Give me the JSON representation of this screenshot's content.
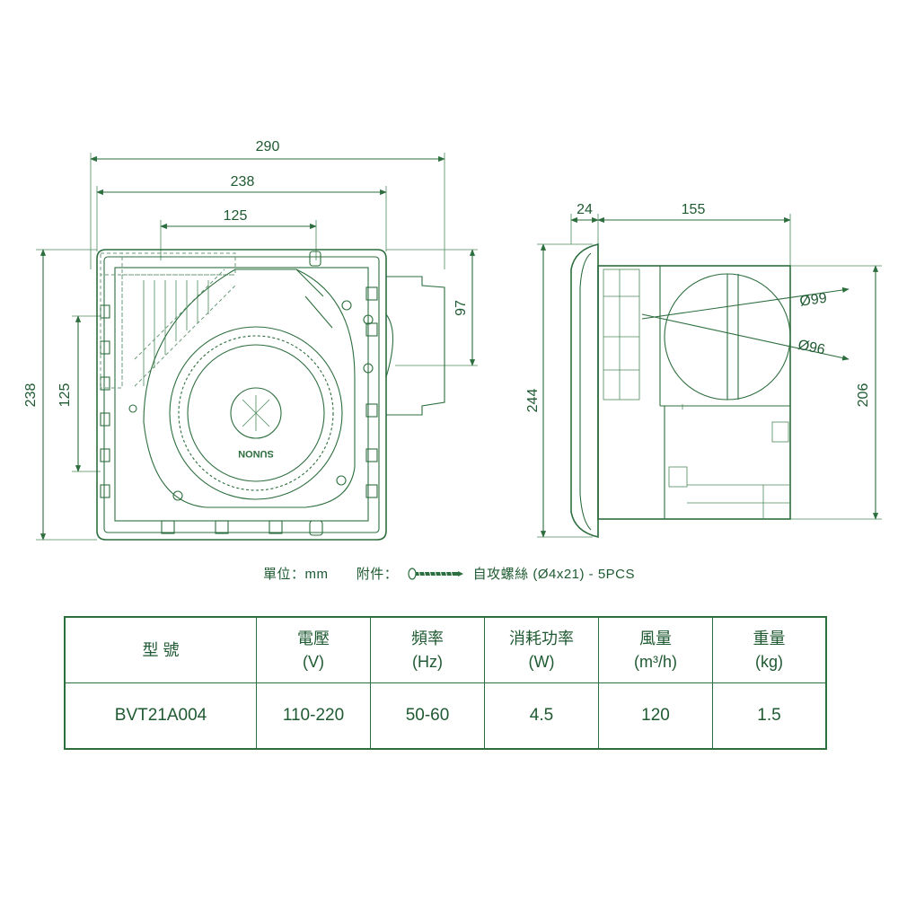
{
  "dimensions": {
    "front_width_overall": "290",
    "front_width_body": "238",
    "front_width_inner": "125",
    "front_height_body": "238",
    "front_height_inner": "125",
    "front_right_offset": "97",
    "side_flange": "24",
    "side_depth": "155",
    "side_height_overall": "244",
    "side_height_body": "206",
    "duct_outer_diameter": "Ø99",
    "duct_inner_diameter": "Ø96"
  },
  "brand_logo": "SUNON",
  "caption": {
    "unit_label": "單位：mm",
    "accessory_label": "附件：",
    "accessory_item": "自攻螺絲 (Ø4x21) - 5PCS"
  },
  "spec_table": {
    "headers": [
      {
        "line1": "型 號",
        "line2": ""
      },
      {
        "line1": "電壓",
        "line2": "(V)"
      },
      {
        "line1": "頻率",
        "line2": "(Hz)"
      },
      {
        "line1": "消耗功率",
        "line2": "(W)"
      },
      {
        "line1": "風量",
        "line2": "(m³/h)"
      },
      {
        "line1": "重量",
        "line2": "(kg)"
      }
    ],
    "row": [
      "BVT21A004",
      "110-220",
      "50-60",
      "4.5",
      "120",
      "1.5"
    ]
  },
  "colors": {
    "line": "#2d6e3e",
    "text": "#1f5a32",
    "background": "#ffffff"
  }
}
